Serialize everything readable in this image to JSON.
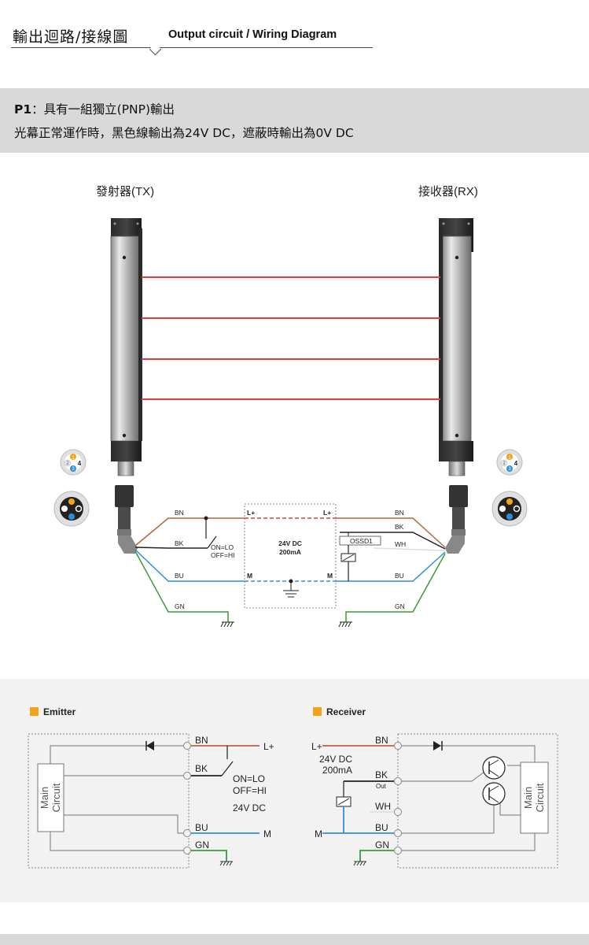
{
  "header": {
    "title_zh": "輸出迴路/接線圖",
    "title_en": "Output circuit / Wiring Diagram"
  },
  "p1": {
    "label": "P1",
    "line1": "：具有一組獨立(PNP)輸出",
    "line2": "光幕正常運作時，黑色線輸出為24V DC，遮蔽時輸出為0V DC"
  },
  "wiring": {
    "tx_label": "發射器(TX)",
    "rx_label": "接收器(RX)",
    "bn": "BN",
    "bk": "BK",
    "bu": "BU",
    "gn": "GN",
    "wh": "WH",
    "switch": "ON=LO",
    "switch2": "OFF=HI",
    "supply": "24V DC",
    "current": "200mA",
    "lplus": "L+",
    "m": "M",
    "ossd": "OSSD1",
    "pin1": "1",
    "pin2": "2",
    "pin3": "3",
    "pin4": "4"
  },
  "emitter": {
    "label": "Emitter",
    "main1": "Main",
    "main2": "Circuit",
    "bn": "BN",
    "bk": "BK",
    "bu": "BU",
    "gn": "GN",
    "lplus": "L+",
    "m": "M",
    "on": "ON=LO",
    "off": "OFF=HI",
    "supply": "24V DC"
  },
  "receiver": {
    "label": "Receiver",
    "main1": "Main",
    "main2": "Circuit",
    "bn": "BN",
    "bk": "BK",
    "wh": "WH",
    "bu": "BU",
    "gn": "GN",
    "out": "Out",
    "lplus": "L+",
    "m": "M",
    "supply": "24V DC",
    "current": "200mA"
  },
  "colors": {
    "brown": "#b5643c",
    "blue": "#2f8fd6",
    "green": "#3a9a3a",
    "beam": "#e33a3a",
    "accent": "#f2a31b",
    "panel": "#f2f2f2",
    "band": "#d9d9d9"
  }
}
